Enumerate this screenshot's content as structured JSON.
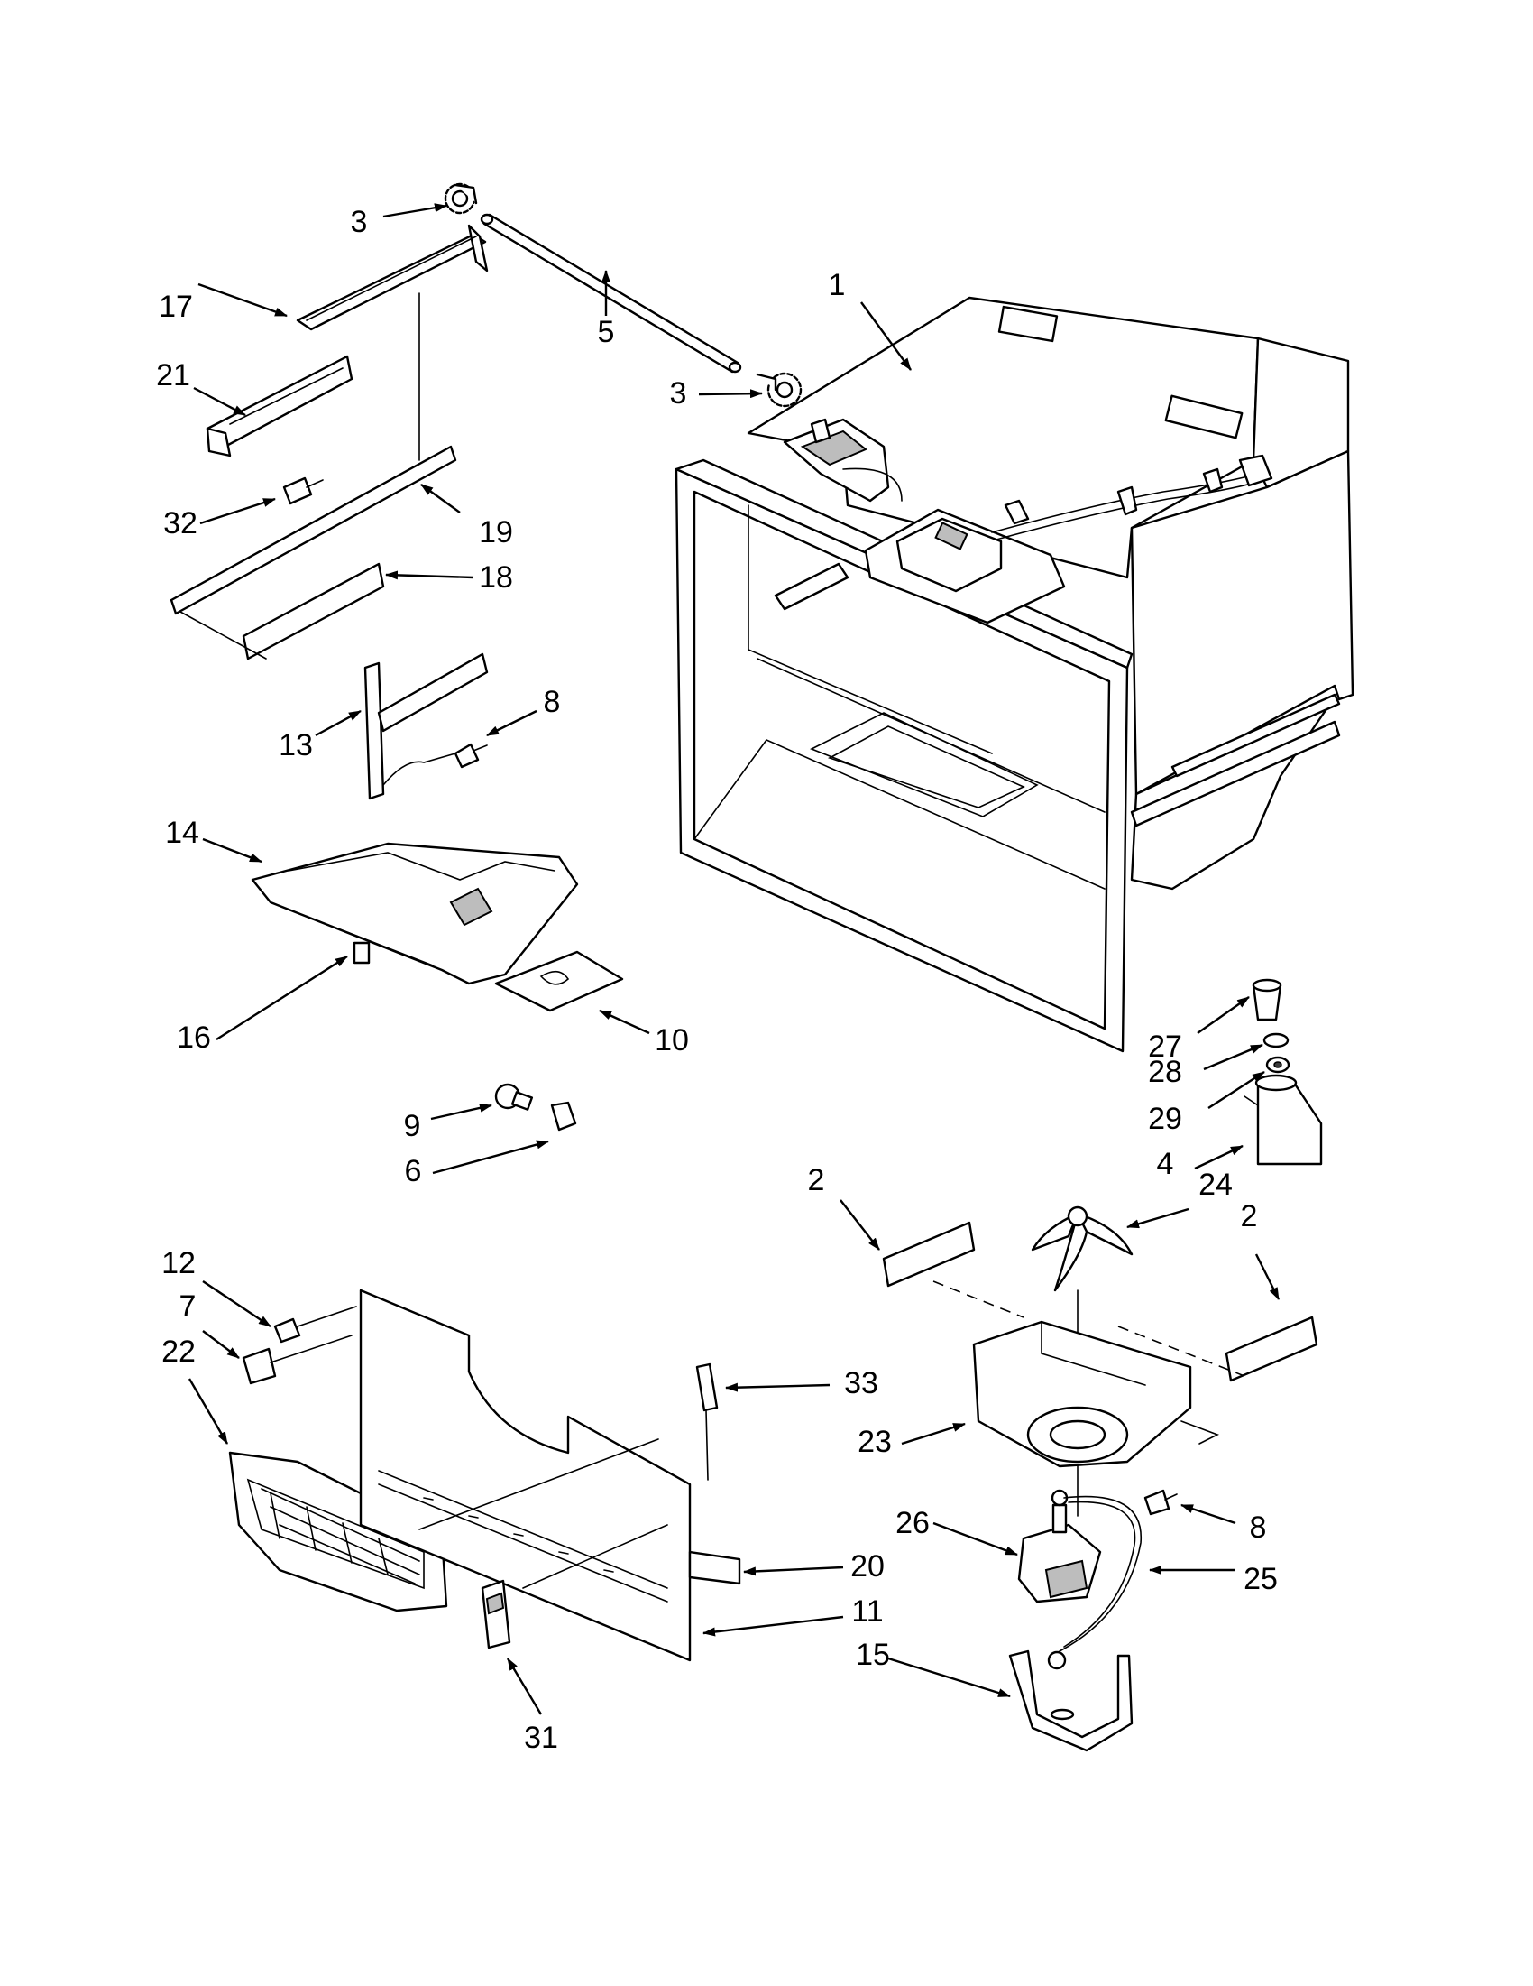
{
  "diagram": {
    "callouts": [
      {
        "id": "c1",
        "text": "1"
      },
      {
        "id": "c2a",
        "text": "2"
      },
      {
        "id": "c2b",
        "text": "2"
      },
      {
        "id": "c3a",
        "text": "3"
      },
      {
        "id": "c3b",
        "text": "3"
      },
      {
        "id": "c4",
        "text": "4"
      },
      {
        "id": "c5",
        "text": "5"
      },
      {
        "id": "c6",
        "text": "6"
      },
      {
        "id": "c7",
        "text": "7"
      },
      {
        "id": "c8a",
        "text": "8"
      },
      {
        "id": "c8b",
        "text": "8"
      },
      {
        "id": "c9",
        "text": "9"
      },
      {
        "id": "c10",
        "text": "10"
      },
      {
        "id": "c11",
        "text": "11"
      },
      {
        "id": "c12",
        "text": "12"
      },
      {
        "id": "c13",
        "text": "13"
      },
      {
        "id": "c14",
        "text": "14"
      },
      {
        "id": "c15",
        "text": "15"
      },
      {
        "id": "c16",
        "text": "16"
      },
      {
        "id": "c17",
        "text": "17"
      },
      {
        "id": "c18",
        "text": "18"
      },
      {
        "id": "c19",
        "text": "19"
      },
      {
        "id": "c20",
        "text": "20"
      },
      {
        "id": "c21",
        "text": "21"
      },
      {
        "id": "c22",
        "text": "22"
      },
      {
        "id": "c23",
        "text": "23"
      },
      {
        "id": "c24",
        "text": "24"
      },
      {
        "id": "c25",
        "text": "25"
      },
      {
        "id": "c26",
        "text": "26"
      },
      {
        "id": "c27",
        "text": "27"
      },
      {
        "id": "c28",
        "text": "28"
      },
      {
        "id": "c29",
        "text": "29"
      },
      {
        "id": "c31",
        "text": "31"
      },
      {
        "id": "c32",
        "text": "32"
      },
      {
        "id": "c33",
        "text": "33"
      }
    ],
    "colors": {
      "ink": "#000000",
      "paper": "#ffffff",
      "shade": "#bdbdbd"
    }
  }
}
